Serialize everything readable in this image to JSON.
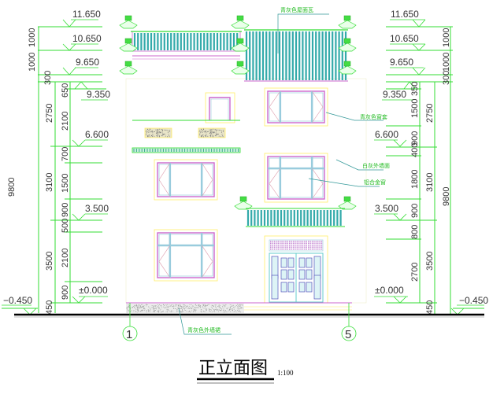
{
  "drawing": {
    "title": "正立面图",
    "scale": "1:100",
    "colors": {
      "dim": "#33dd33",
      "wall_outline": "#ffff66",
      "window_frame": "#cc66cc",
      "glass": "#99ccdd",
      "tile": "#33aaaa",
      "ground": "#000000",
      "note": "#22bb22",
      "leader": "#339999"
    },
    "axes": [
      {
        "label": "1",
        "side": "left"
      },
      {
        "label": "5",
        "side": "right"
      }
    ],
    "notes": [
      {
        "id": "roof-tile",
        "text": "青灰色屋面瓦"
      },
      {
        "id": "window-sill",
        "text": "青灰色窗套"
      },
      {
        "id": "wall",
        "text": "白灰外墙面"
      },
      {
        "id": "alu-window",
        "text": "铝合金窗"
      },
      {
        "id": "plinth",
        "text": "青灰色外墙裙"
      }
    ],
    "left": {
      "elevations": [
        {
          "label": "11.650",
          "level": 11.65
        },
        {
          "label": "10.650",
          "level": 10.65
        },
        {
          "label": "9.650",
          "level": 9.65
        },
        {
          "label": "9.350",
          "level": 9.35
        },
        {
          "label": "6.600",
          "level": 6.6
        },
        {
          "label": "3.500",
          "level": 3.5
        },
        {
          "label": "±0.000",
          "level": 0
        },
        {
          "label": "−0.450",
          "level": -0.45
        }
      ],
      "dims_outer": [
        "9800"
      ],
      "dims_mid": [
        "1000",
        "1000",
        "300",
        "2750",
        "3100",
        "3500",
        "450"
      ],
      "dims_inner": [
        "650",
        "2100",
        "700",
        "1500",
        "900",
        "500",
        "2100",
        "900"
      ]
    },
    "right": {
      "elevations": [
        {
          "label": "11.650",
          "level": 11.65
        },
        {
          "label": "10.650",
          "level": 10.65
        },
        {
          "label": "9.650",
          "level": 9.65
        },
        {
          "label": "9.350",
          "level": 9.35
        },
        {
          "label": "6.600",
          "level": 6.6
        },
        {
          "label": "3.500",
          "level": 3.5
        },
        {
          "label": "±0.000",
          "level": 0
        },
        {
          "label": "−0.450",
          "level": -0.45
        }
      ],
      "dims_outer": [
        "1000",
        "1000",
        "300",
        "9800"
      ],
      "dims_mid": [
        "2750",
        "3100",
        "3500",
        "450"
      ],
      "dims_inner": [
        "350",
        "1500",
        "900",
        "400",
        "1800",
        "900",
        "800",
        "2700"
      ]
    }
  }
}
